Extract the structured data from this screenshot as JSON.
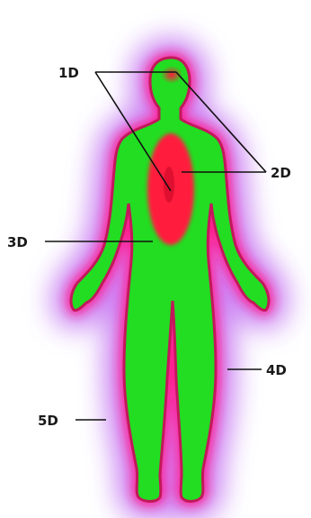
{
  "labels": {
    "d1": "1D",
    "d2": "2D",
    "d3": "3D",
    "d4": "4D",
    "d5": "5D"
  },
  "colors": {
    "aura_outer": "#b06cf0",
    "aura_inner": "#ff1f8e",
    "body": "#22dd22",
    "outline": "#c2185b",
    "heart": "#ff1a3c",
    "lines": "#111111"
  }
}
